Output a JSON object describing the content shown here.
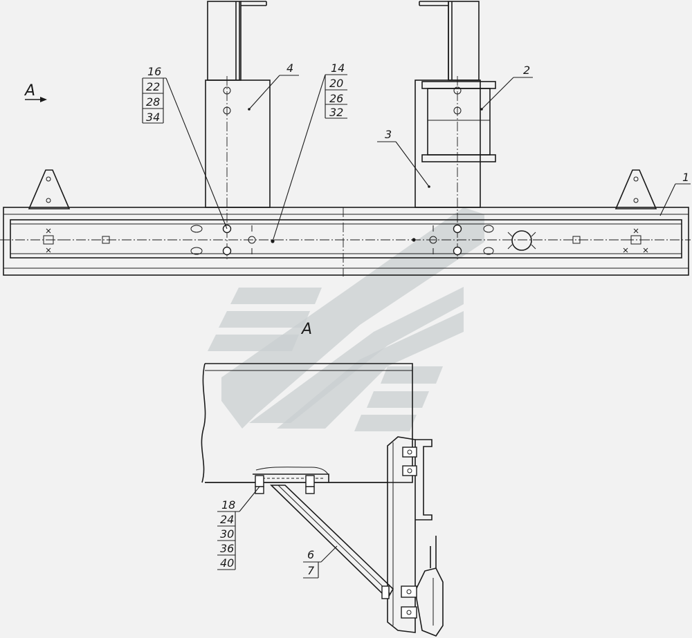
{
  "view": {
    "arrow_label": "A",
    "section_label": "A"
  },
  "labels": {
    "p1": "1",
    "p2": "2",
    "p3": "3",
    "p4": "4",
    "group_left": [
      "16",
      "22",
      "28",
      "34"
    ],
    "group_mid": [
      "14",
      "20",
      "26",
      "32"
    ],
    "group_bottom": [
      "18",
      "24",
      "30",
      "36",
      "40"
    ],
    "group_brace": [
      "6",
      "7"
    ]
  },
  "colors": {
    "line": "#1a1a1a",
    "paper": "#f2f2f2",
    "watermark": "#c9cfd0"
  }
}
